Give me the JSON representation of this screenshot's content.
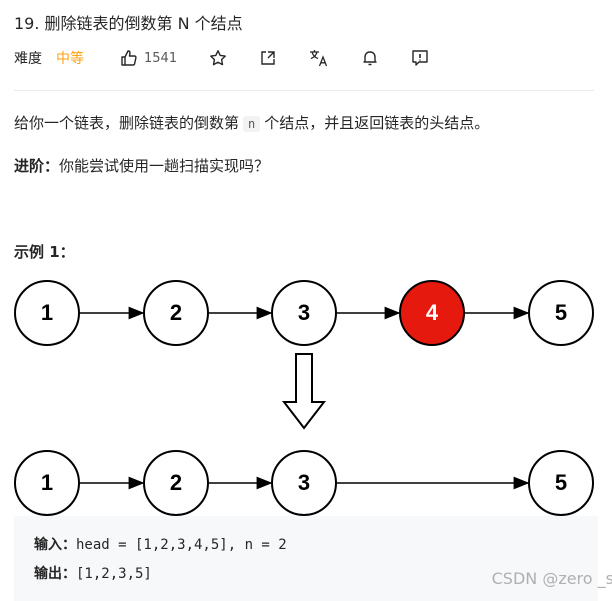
{
  "problem": {
    "title": "19. 删除链表的倒数第 N 个结点"
  },
  "toolbar": {
    "difficulty_label": "难度",
    "difficulty_value": "中等",
    "likes": "1541",
    "icons": [
      "thumbs-up-icon",
      "star-icon",
      "share-icon",
      "translate-icon",
      "bell-icon",
      "feedback-icon"
    ]
  },
  "description": {
    "before": "给你一个链表，删除链表的倒数第",
    "code": "n",
    "after": "个结点，并且返回链表的头结点。"
  },
  "advance": {
    "label": "进阶：",
    "text": "你能尝试使用一趟扫描实现吗？"
  },
  "example": {
    "title": "示例 1：",
    "input_label": "输入：",
    "input_value": "head = [1,2,3,4,5], n = 2",
    "output_label": "输出：",
    "output_value": "[1,2,3,5]"
  },
  "diagram": {
    "top_nodes": [
      "1",
      "2",
      "3",
      "4",
      "5"
    ],
    "removed_node": "4",
    "bottom_nodes": [
      "1",
      "2",
      "3",
      "5"
    ]
  },
  "colors": {
    "accent_orange": "#ffa116",
    "removed_node": "#e6190f"
  },
  "watermark": "CSDN @zero _s"
}
